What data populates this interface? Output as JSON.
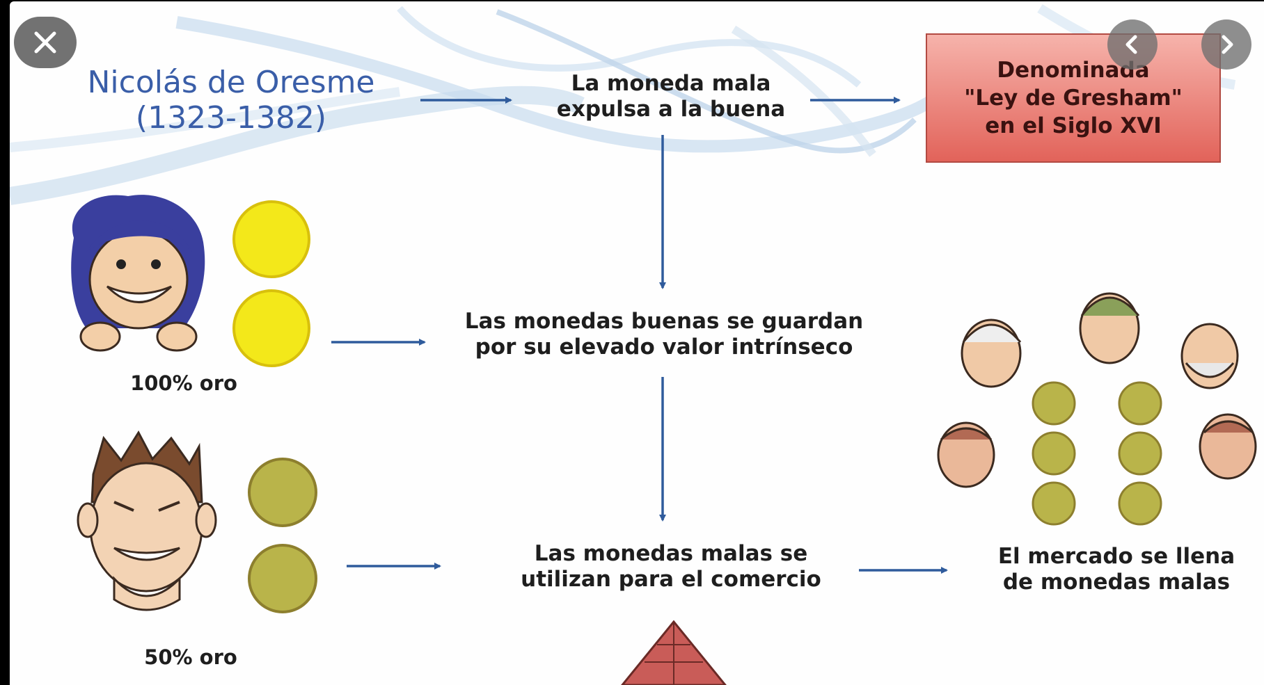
{
  "viewer": {
    "close_icon": "close-icon",
    "prev_icon": "chevron-left-icon",
    "next_icon": "chevron-right-icon"
  },
  "diagram": {
    "author_name": "Nicolás de  Oresme",
    "author_years": "(1323-1382)",
    "law_line1": "La moneda mala",
    "law_line2": "expulsa a la buena",
    "gresham_line1": "Denominada",
    "gresham_line2": "\"Ley de Gresham\"",
    "gresham_line3": "en el Siglo XVI",
    "good_coins_line1": "Las monedas buenas se guardan",
    "good_coins_line2": "por su elevado valor intrínseco",
    "bad_coins_line1": "Las monedas malas se",
    "bad_coins_line2": "utilizan para el comercio",
    "market_line1": "El mercado se llena",
    "market_line2": "de monedas malas",
    "gold_100": "100% oro",
    "gold_50": "50% oro"
  },
  "colors": {
    "arrow": "#2f5b9c",
    "title": "#3a5ea8",
    "red_box": "#e2635a",
    "gold_coin": "#f3e81a",
    "bad_coin": "#b9b44a"
  }
}
